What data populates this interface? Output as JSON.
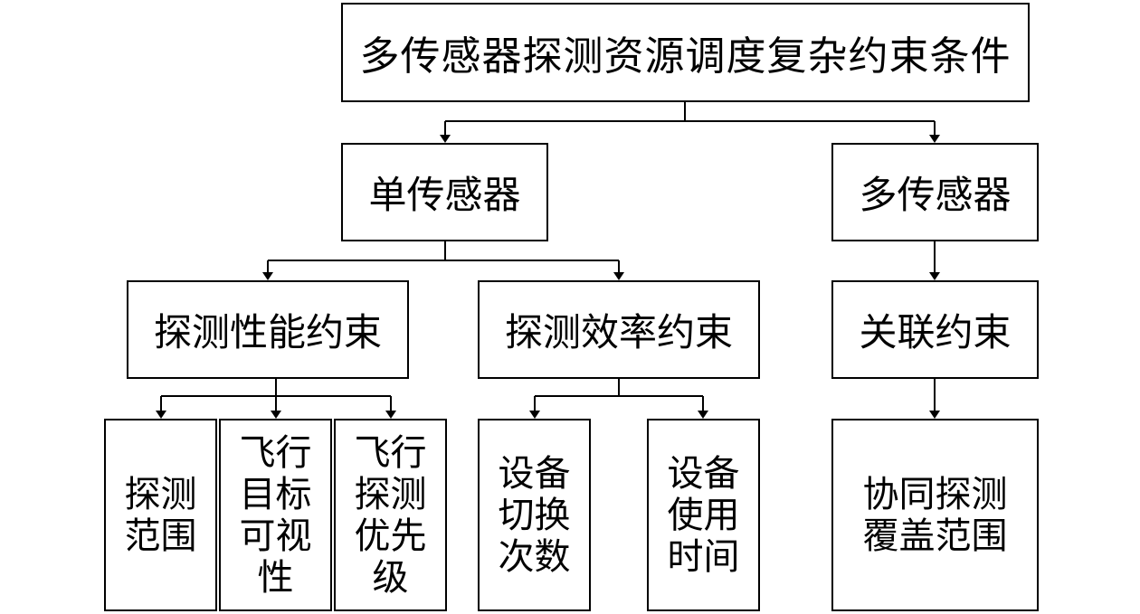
{
  "root": {
    "label": "多传感器探测资源调度复杂约束条件"
  },
  "level1": {
    "single": {
      "label": "单传感器"
    },
    "multi": {
      "label": "多传感器"
    }
  },
  "level2": {
    "performance": {
      "label": "探测性能约束"
    },
    "efficiency": {
      "label": "探测效率约束"
    },
    "correlation": {
      "label": "关联约束"
    }
  },
  "level3": {
    "range": {
      "lines": [
        "探测",
        "范围"
      ]
    },
    "visibility": {
      "lines": [
        "飞行",
        "目标",
        "可视",
        "性"
      ]
    },
    "priority": {
      "lines": [
        "飞行",
        "探测",
        "优先",
        "级"
      ]
    },
    "switch_count": {
      "lines": [
        "设备",
        "切换",
        "次数"
      ]
    },
    "usage_time": {
      "lines": [
        "设备",
        "使用",
        "时间"
      ]
    },
    "coverage": {
      "lines": [
        "协同探测",
        "覆盖范围"
      ]
    }
  }
}
